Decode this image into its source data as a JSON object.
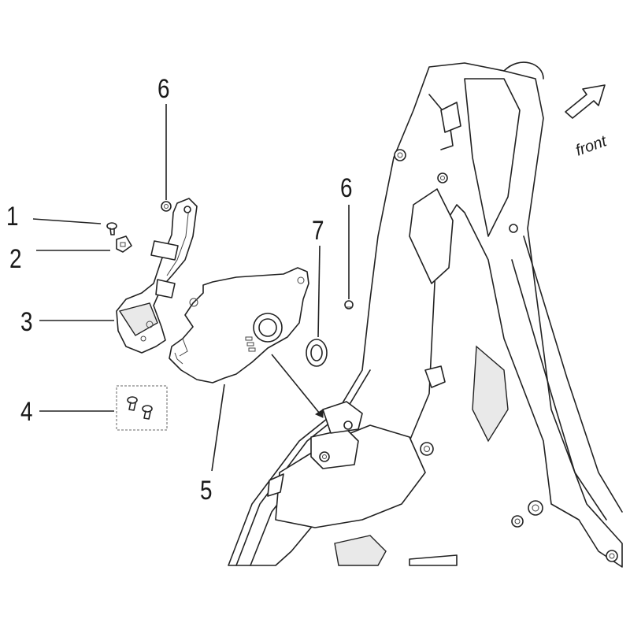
{
  "diagram": {
    "direction_label": "front",
    "callouts": [
      {
        "id": "c1",
        "label": "1"
      },
      {
        "id": "c2",
        "label": "2"
      },
      {
        "id": "c3",
        "label": "3"
      },
      {
        "id": "c4",
        "label": "4"
      },
      {
        "id": "c5",
        "label": "5"
      },
      {
        "id": "c6a",
        "label": "6"
      },
      {
        "id": "c6b",
        "label": "6"
      },
      {
        "id": "c7",
        "label": "7"
      }
    ]
  }
}
